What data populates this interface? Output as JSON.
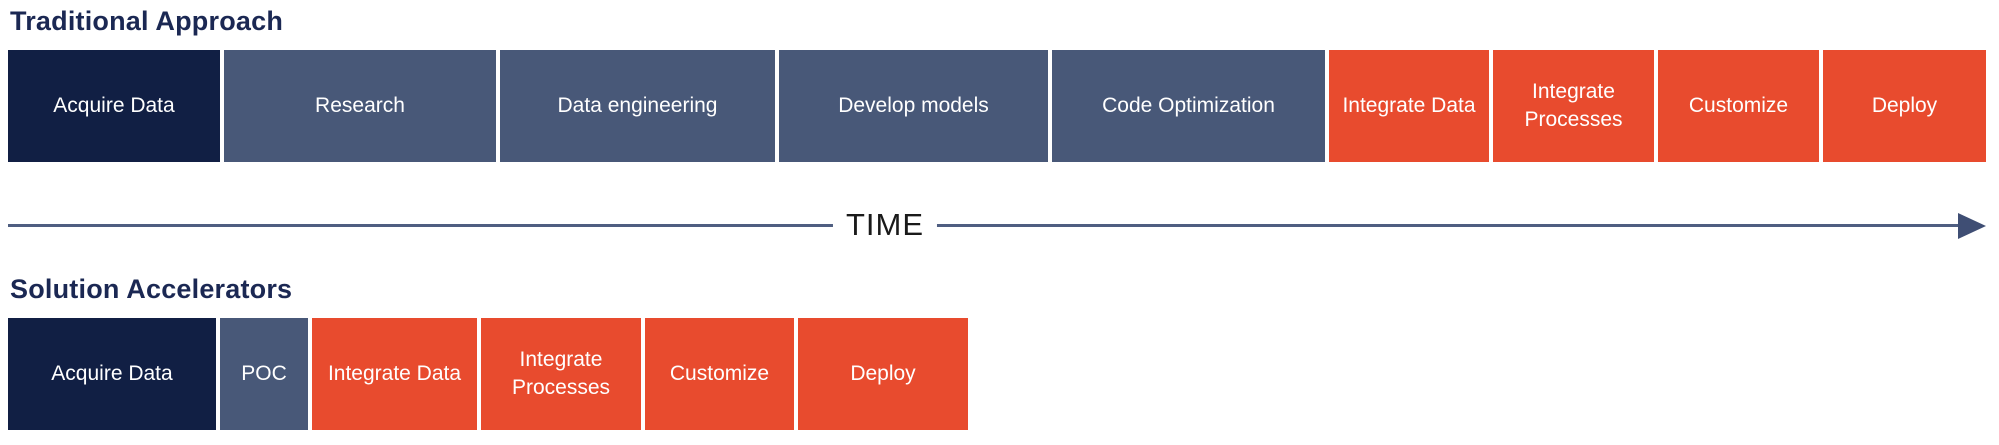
{
  "colors": {
    "background": "#ffffff",
    "heading": "#1b2853",
    "navy": "#111f44",
    "slate": "#485878",
    "orange": "#e84b2e",
    "block_text": "#ffffff",
    "axis_line": "#4f5e81",
    "arrowhead": "#3f4e74",
    "time_text": "#1a1a1a"
  },
  "traditional": {
    "title": "Traditional Approach",
    "blocks": [
      {
        "label": "Acquire Data",
        "color": "navy"
      },
      {
        "label": "Research",
        "color": "slate"
      },
      {
        "label": "Data engineering",
        "color": "slate"
      },
      {
        "label": "Develop models",
        "color": "slate"
      },
      {
        "label": "Code Optimization",
        "color": "slate"
      },
      {
        "label": "Integrate Data",
        "color": "orange"
      },
      {
        "label": "Integrate Processes",
        "color": "orange"
      },
      {
        "label": "Customize",
        "color": "orange"
      },
      {
        "label": "Deploy",
        "color": "orange"
      }
    ]
  },
  "timeline": {
    "label": "TIME"
  },
  "accelerators": {
    "title": "Solution Accelerators",
    "blocks": [
      {
        "label": "Acquire Data",
        "color": "navy"
      },
      {
        "label": "POC",
        "color": "slate"
      },
      {
        "label": "Integrate Data",
        "color": "orange"
      },
      {
        "label": "Integrate Processes",
        "color": "orange"
      },
      {
        "label": "Customize",
        "color": "orange"
      },
      {
        "label": "Deploy",
        "color": "orange"
      }
    ]
  }
}
